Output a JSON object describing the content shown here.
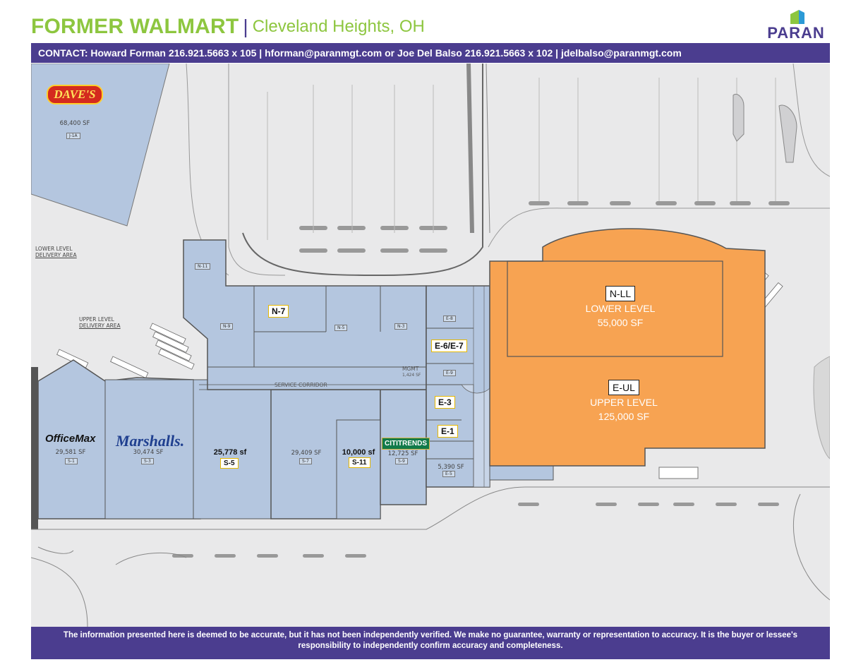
{
  "header": {
    "title_main": "FORMER WALMART",
    "title_sep": "|",
    "title_sub": "Cleveland Heights, OH",
    "logo_text": "PARAN"
  },
  "contact": {
    "text": "CONTACT:  Howard Forman 216.921.5663 x 105 | hforman@paranmgt.com or Joe Del Balso  216.921.5663 x 102 | jdelbalso@paranmgt.com"
  },
  "map": {
    "daves": {
      "logo": "DAVE'S",
      "sf": "68,400 SF",
      "unit": "J-1A"
    },
    "areas": {
      "lower_delivery": [
        "LOWER LEVEL",
        "DELIVERY AREA"
      ],
      "upper_delivery": [
        "UPPER LEVEL",
        "DELIVERY AREA"
      ],
      "service_corridor": "SERVICE CORRIDOR"
    },
    "tenants": {
      "officemax": {
        "logo": "OfficeMax",
        "sf": "29,581 SF",
        "unit": "S-1"
      },
      "marshalls": {
        "logo": "Marshalls.",
        "sf": "30,474 SF",
        "unit": "S-3"
      },
      "s5": {
        "sf": "25,778 sf",
        "unit": "S-5"
      },
      "s7": {
        "sf": "29,409 SF",
        "unit": "S-7"
      },
      "s11": {
        "sf": "10,000 sf",
        "unit": "S-11"
      },
      "cititrends": {
        "logo": "CITITRENDS",
        "sf": "12,725 SF",
        "unit": "S-9"
      },
      "e5": {
        "sf": "5,390 SF",
        "unit": "E-5"
      }
    },
    "units": {
      "n7": "N-7",
      "e6e7": "E-6/E-7",
      "e3": "E-3",
      "e1": "E-1",
      "mgmt": "MGMT",
      "mgmt_sf": "1,424 SF",
      "n11": "N-11",
      "n9": "N-9",
      "n5": "N-5",
      "n3": "N-3",
      "e8": "E-8",
      "e9": "E-9"
    },
    "walmart": {
      "lower": {
        "unit": "N-LL",
        "level": "LOWER LEVEL",
        "sf": "55,000 SF"
      },
      "upper": {
        "unit": "E-UL",
        "level": "UPPER LEVEL",
        "sf": "125,000 SF"
      }
    },
    "colors": {
      "building": "#b4c6df",
      "walmart": "#f7a352",
      "pavement": "#e9e9ea",
      "brand_green": "#8dc63f",
      "brand_purple": "#4b3d8f"
    }
  },
  "footer": {
    "disclaimer": "The information presented here is deemed to be accurate, but it has not been independently verified. We make no guarantee, warranty or representation to accuracy. It is the buyer or lessee's responsibility to independently confirm accuracy and completeness."
  }
}
